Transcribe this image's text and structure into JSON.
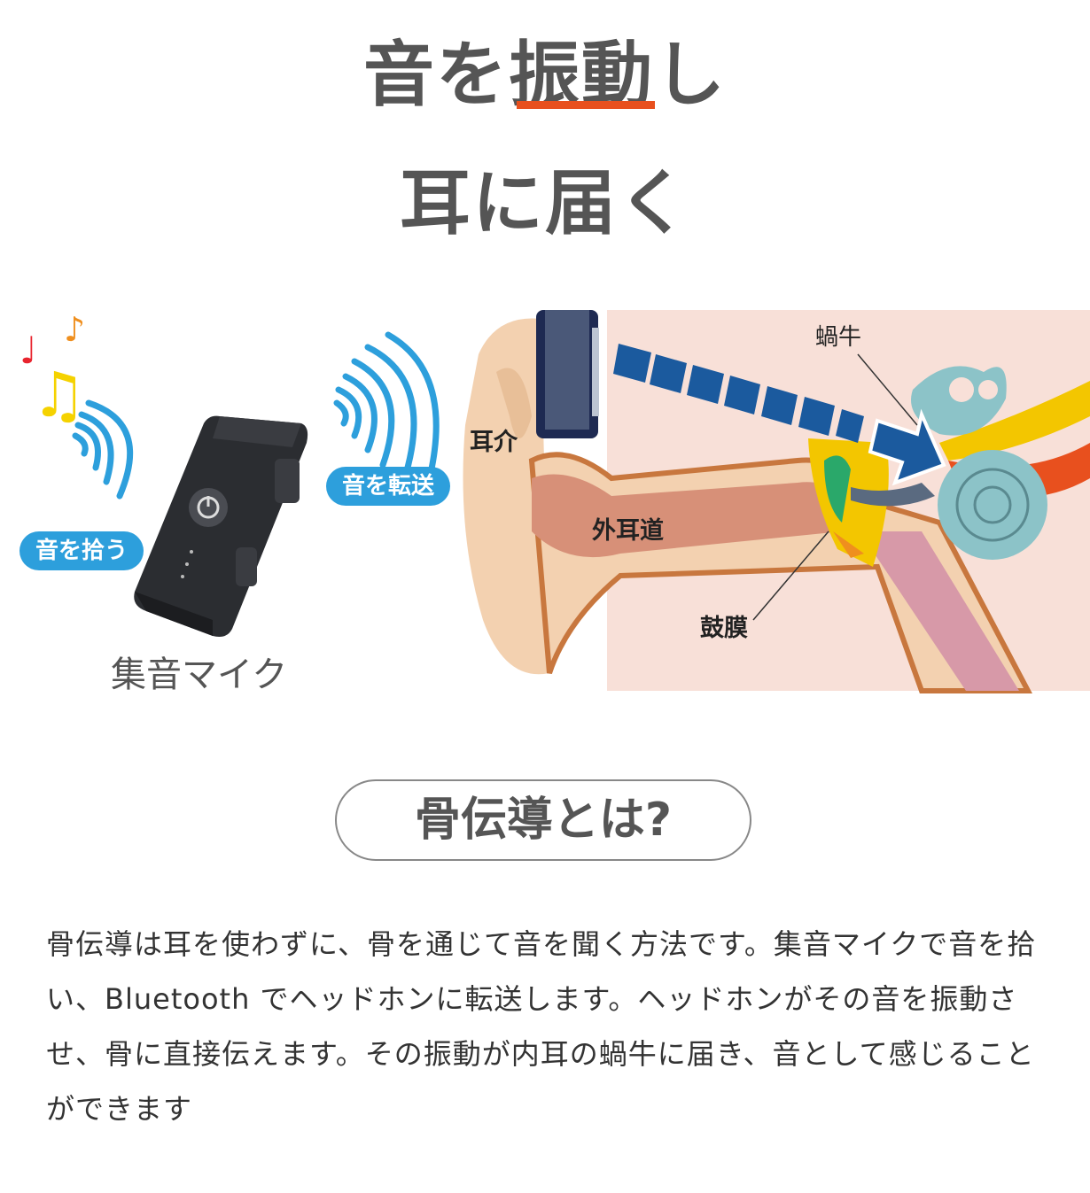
{
  "headline": {
    "line1": "音を振動し",
    "line2": "耳に届く"
  },
  "diagram": {
    "labels": {
      "pinna": "耳介",
      "ear_canal": "外耳道",
      "eardrum": "鼓膜",
      "cochlea": "蝸牛"
    },
    "pill_pickup": "音を拾う",
    "pill_transfer": "音を転送",
    "mic_caption": "集音マイク",
    "icons": [
      "music-note-icon",
      "sound-wave-icon",
      "power-icon",
      "vibration-arrow-icon"
    ],
    "colors": {
      "accent_blue": "#2d9fdc",
      "arrow_blue": "#1b5a9e",
      "underline": "#e8501e"
    }
  },
  "section": {
    "title": "骨伝導とは?"
  },
  "body": {
    "text": "骨伝導は耳を使わずに、骨を通じて音を聞く方法です。集音マイクで音を拾い、Bluetooth でヘッドホンに転送します。ヘッドホンがその音を振動させ、骨に直接伝えます。その振動が内耳の蝸牛に届き、音として感じることができます"
  }
}
